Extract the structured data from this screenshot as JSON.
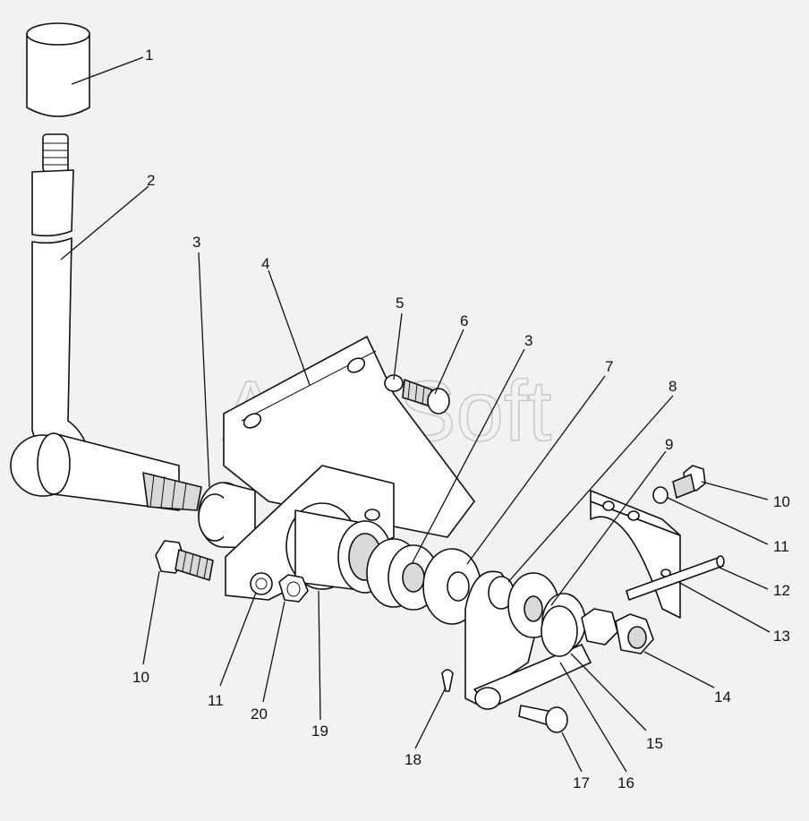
{
  "watermark": "AutoSoft",
  "callouts": [
    {
      "id": "c1",
      "label": "1"
    },
    {
      "id": "c2",
      "label": "2"
    },
    {
      "id": "c3a",
      "label": "3"
    },
    {
      "id": "c4",
      "label": "4"
    },
    {
      "id": "c5",
      "label": "5"
    },
    {
      "id": "c6",
      "label": "6"
    },
    {
      "id": "c3b",
      "label": "3"
    },
    {
      "id": "c7",
      "label": "7"
    },
    {
      "id": "c8",
      "label": "8"
    },
    {
      "id": "c9",
      "label": "9"
    },
    {
      "id": "c10a",
      "label": "10"
    },
    {
      "id": "c11a",
      "label": "11"
    },
    {
      "id": "c12",
      "label": "12"
    },
    {
      "id": "c13",
      "label": "13"
    },
    {
      "id": "c14",
      "label": "14"
    },
    {
      "id": "c10b",
      "label": "10"
    },
    {
      "id": "c11b",
      "label": "11"
    },
    {
      "id": "c20",
      "label": "20"
    },
    {
      "id": "c19",
      "label": "19"
    },
    {
      "id": "c15",
      "label": "15"
    },
    {
      "id": "c18",
      "label": "18"
    },
    {
      "id": "c17",
      "label": "17"
    },
    {
      "id": "c16",
      "label": "16"
    }
  ]
}
